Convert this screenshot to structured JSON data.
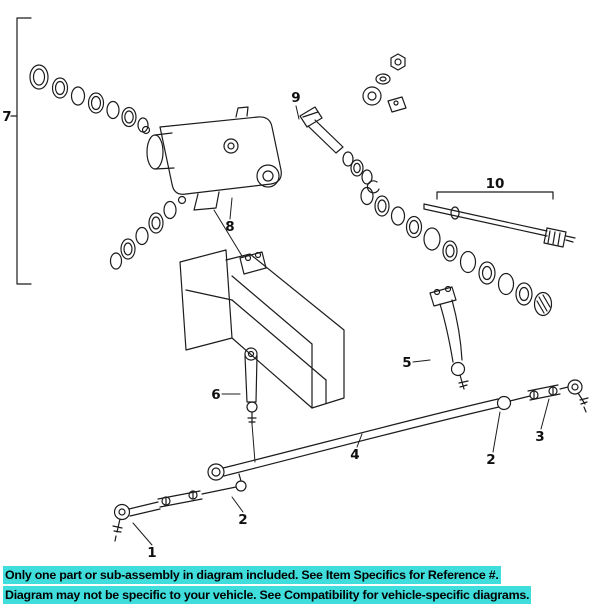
{
  "diagram": {
    "kind": "exploded-parts-diagram",
    "subject": "Steering gear and linkage",
    "ink_color": "#1c1c1c",
    "callouts": [
      {
        "label": "7"
      },
      {
        "label": "9"
      },
      {
        "label": "8"
      },
      {
        "label": "10"
      },
      {
        "label": "5"
      },
      {
        "label": "6"
      },
      {
        "label": "4"
      },
      {
        "label": "1"
      },
      {
        "label": "2"
      },
      {
        "label": "2"
      },
      {
        "label": "3"
      }
    ]
  },
  "disclaimer": {
    "line1": "Only one part or sub-assembly in diagram included. See Item Specifics for Reference #.",
    "line2": "Diagram may not be specific to your vehicle. See Compatibility for vehicle-specific diagrams.",
    "highlight_color": "#3fdedd",
    "text_color": "#000000"
  }
}
